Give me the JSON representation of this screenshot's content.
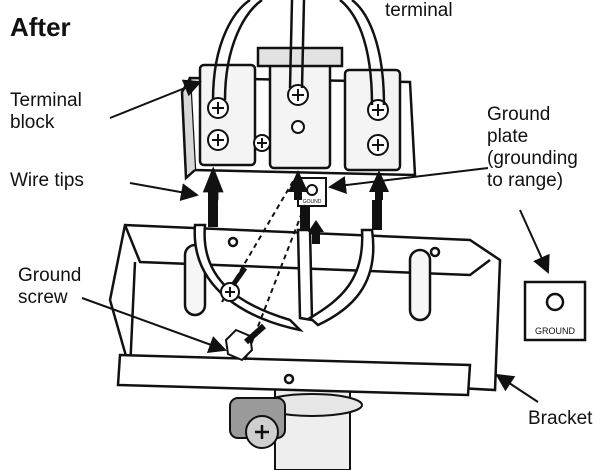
{
  "title": "After",
  "labels": {
    "terminal_partial": "terminal",
    "terminal_block": "Terminal\nblock",
    "wire_tips": "Wire tips",
    "ground_screw": "Ground\nscrew",
    "ground_plate": "Ground\nplate\n(grounding\nto range)",
    "bracket": "Bracket",
    "ground_tag": "GROUND",
    "ground_tag_small": "GOUND"
  },
  "colors": {
    "line": "#111111",
    "fill_light": "#f2f2f2",
    "fill_mid": "#d0d0d0",
    "fill_dark": "#8a8a8a"
  }
}
